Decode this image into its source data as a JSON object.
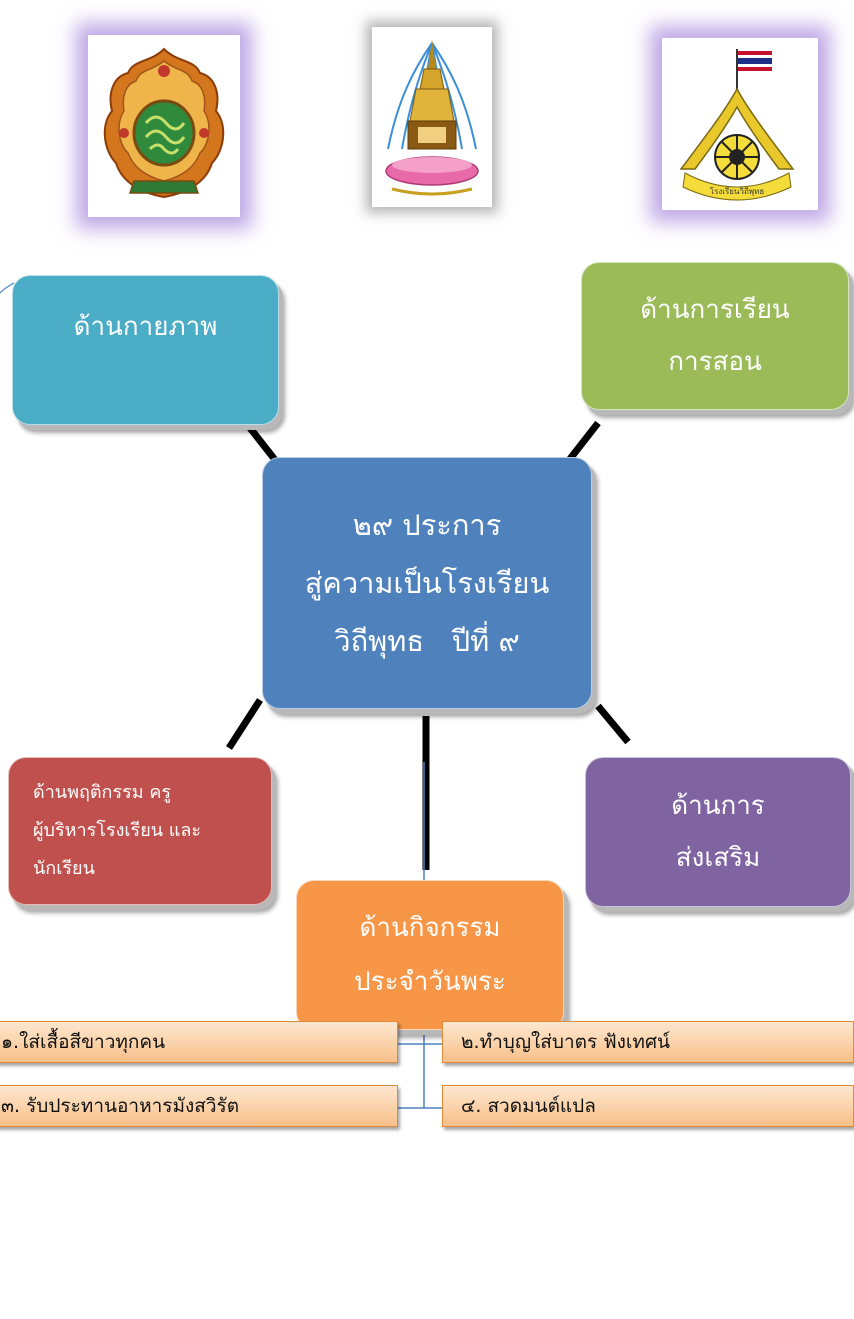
{
  "logos": [
    {
      "name": "obec-emblem"
    },
    {
      "name": "buddhist-school-emblem"
    },
    {
      "name": "school-emblem"
    }
  ],
  "center": {
    "lines": [
      "๒๙ ประการ",
      "สู่ความเป็นโรงเรียน",
      "วิถีพุทธ   ปีที่ ๙"
    ],
    "color": "#4f81bd"
  },
  "categories": {
    "physical": {
      "lines": [
        "ด้านกายภาพ"
      ],
      "color": "#4bacc6"
    },
    "teaching": {
      "lines": [
        "ด้านการเรียน",
        "การสอน"
      ],
      "color": "#9bbb59"
    },
    "behavior": {
      "lines": [
        "ด้านพฤติกรรม ครู",
        "ผู้บริหารโรงเรียน และ",
        "นักเรียน"
      ],
      "color": "#c0504d"
    },
    "promotion": {
      "lines": [
        "ด้านการ",
        "ส่งเสริม"
      ],
      "color": "#8064a2"
    },
    "activity": {
      "lines": [
        "ด้านกิจกรรม",
        "ประจำวันพระ"
      ],
      "color": "#f79646"
    }
  },
  "activities": [
    "๑.ใส่เสื้อสีขาวทุกคน",
    "๒.ทำบุญใส่บาตร ฟังเทศน์",
    "๓. รับประทานอาหารมังสวิรัต",
    "๔. สวดมนต์แปล"
  ],
  "logo_text": {
    "school_seal": "โรงเรียนวิถีพุทธ"
  }
}
